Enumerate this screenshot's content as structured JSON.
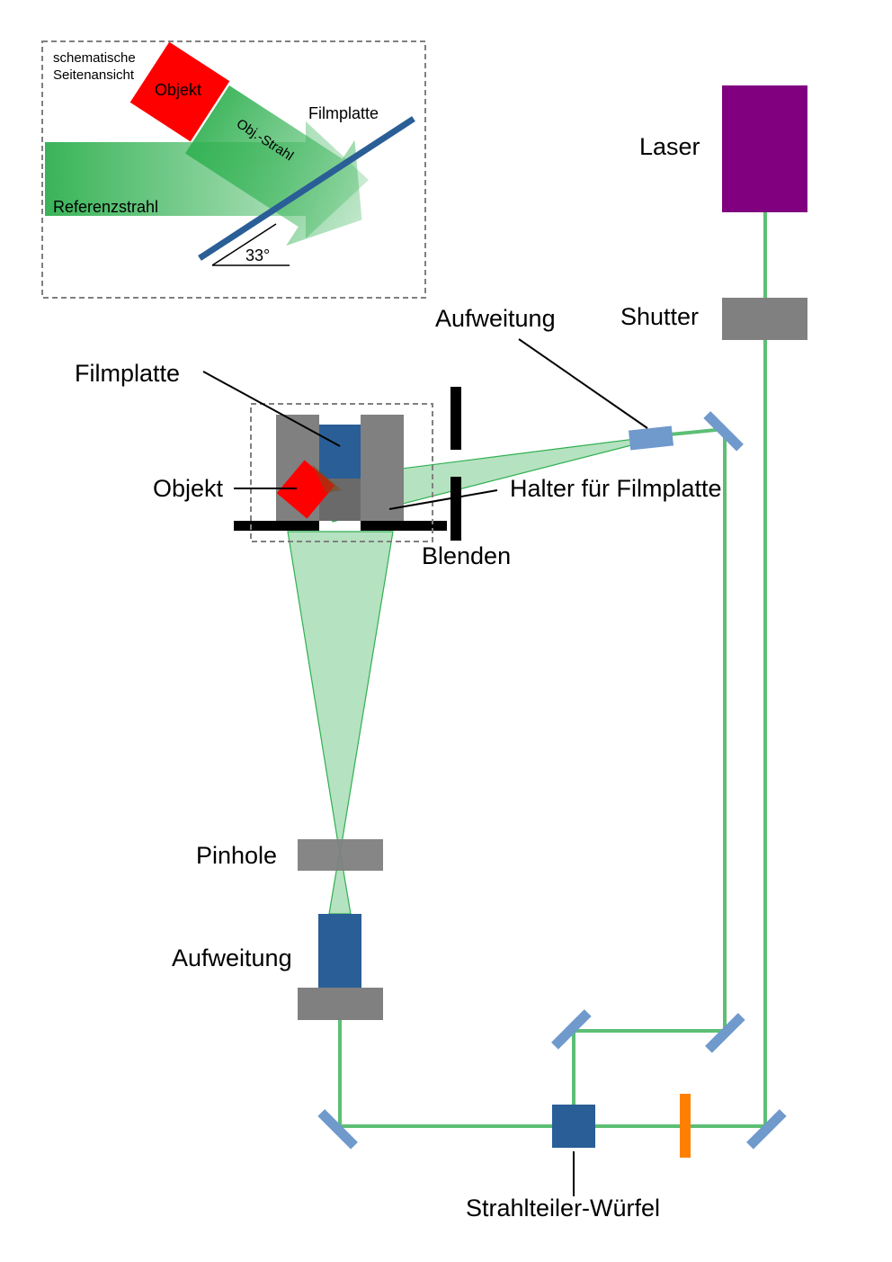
{
  "diagram": {
    "title": "Holographie-Aufbau",
    "inset": {
      "caption_line1": "schematische",
      "caption_line2": "Seitenansicht",
      "object_label": "Objekt",
      "object_beam_label": "Obj.-Strahl",
      "film_label": "Filmplatte",
      "reference_beam_label": "Referenzstrahl",
      "angle_label": "33°"
    },
    "labels": {
      "laser": "Laser",
      "shutter": "Shutter",
      "expansion_top": "Aufweitung",
      "film_plate": "Filmplatte",
      "object": "Objekt",
      "holder": "Halter für Filmplatte",
      "apertures": "Blenden",
      "pinhole": "Pinhole",
      "expansion_bottom": "Aufweitung",
      "beam_splitter": "Strahlteiler-Würfel"
    },
    "colors": {
      "laser": "#800080",
      "beam": "#5cbf74",
      "gray": "#808080",
      "mirror": "#7099cc",
      "dark_blue": "#2a5e96",
      "object": "#ff0000",
      "waveplate": "#ff8000"
    }
  }
}
